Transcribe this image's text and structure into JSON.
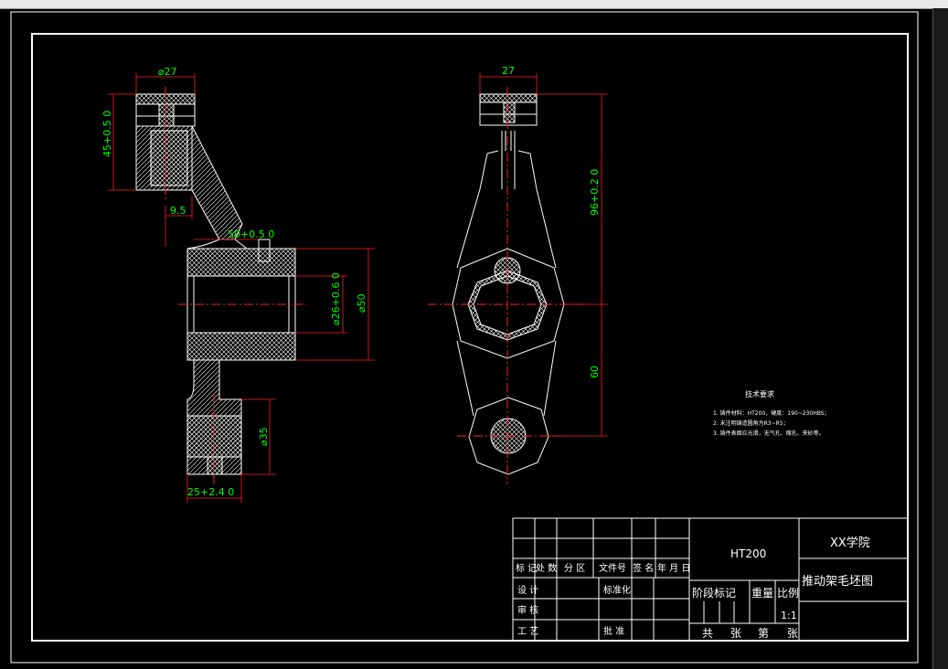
{
  "dimensions": {
    "left_top_width": "⌀27",
    "left_height": "45+0.5 0",
    "left_offset": "9.5",
    "left_hub_width": "50+0.5 0",
    "left_bore": "⌀26+0.6 0",
    "left_hub_dia": "⌀50",
    "left_bottom_height": "⌀35",
    "left_bottom_width": "25+2.4 0",
    "right_top_width": "27",
    "right_upper_length": "96+0.2 0",
    "right_lower_length": "60"
  },
  "tech_notes": {
    "title": "技术要求",
    "lines": [
      "1. 铸件材料：HT200，硬度：190~230HBS；",
      "2. 未注明铸造圆角为R3~R5；",
      "3. 铸件表面应光滑，无气孔、缩孔、夹砂等。"
    ]
  },
  "title_block": {
    "material": "HT200",
    "school": "XX学院",
    "drawing_name": "推动架毛坯图",
    "scale_value": "1:1",
    "headers": {
      "mark": "标 记",
      "count": "处 数",
      "zone": "分  区",
      "doc_no": "文件号",
      "sign": "签 名",
      "date": "年 月 日",
      "stage": "阶段标记",
      "weight": "重量",
      "scale": "比例"
    },
    "rows": {
      "design": "设  计",
      "standard": "标准化",
      "review": "审  核",
      "process": "工  艺",
      "approve": "批  准"
    },
    "sheet": {
      "total": "共",
      "sheets1": "张",
      "number": "第",
      "sheets2": "张"
    }
  }
}
